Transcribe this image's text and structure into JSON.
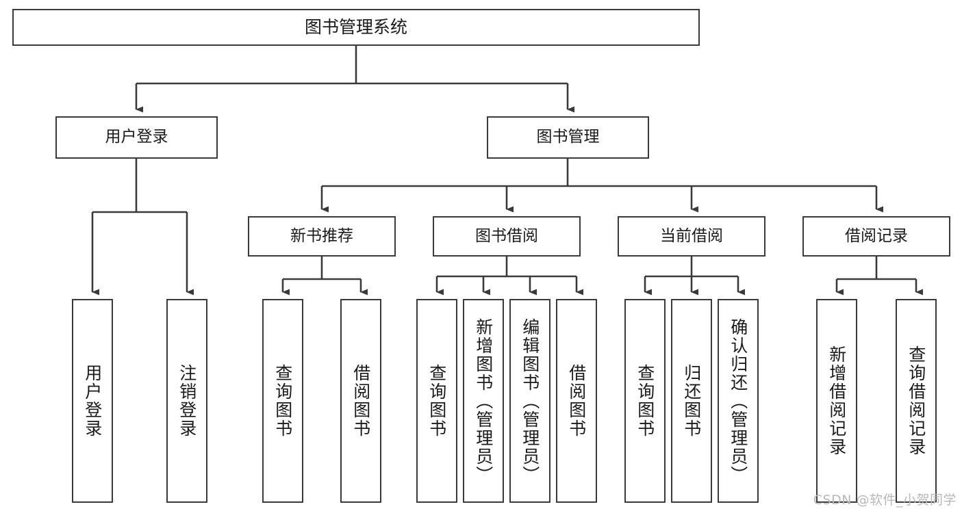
{
  "diagram": {
    "type": "tree-hierarchy-chart",
    "title": "图书管理系统",
    "orientation": "top-down",
    "colors": {
      "box_border": "#3a3a3a",
      "box_fill": "#ffffff",
      "line": "#3a3a3a",
      "text": "#1a1a1a",
      "watermark": "#b8b8b8"
    },
    "root": {
      "label": "图书管理系统"
    },
    "level1": [
      {
        "label": "用户登录"
      },
      {
        "label": "图书管理"
      }
    ],
    "level2": [
      {
        "label": "新书推荐"
      },
      {
        "label": "图书借阅"
      },
      {
        "label": "当前借阅"
      },
      {
        "label": "借阅记录"
      }
    ],
    "leaves": {
      "user_login": [
        {
          "label": "用户登录"
        },
        {
          "label": "注销登录"
        }
      ],
      "new_book_recommend": [
        {
          "label": "查询图书"
        },
        {
          "label": "借阅图书"
        }
      ],
      "book_borrow": [
        {
          "label": "查询图书"
        },
        {
          "label": "新增图书（管理员）"
        },
        {
          "label": "编辑图书（管理员）"
        },
        {
          "label": "借阅图书"
        }
      ],
      "current_borrow": [
        {
          "label": "查询图书"
        },
        {
          "label": "归还图书"
        },
        {
          "label": "确认归还（管理员）"
        }
      ],
      "borrow_records": [
        {
          "label": "新增借阅记录"
        },
        {
          "label": "查询借阅记录"
        }
      ]
    }
  },
  "watermark": {
    "text": "CSDN @软件_小贺同学"
  }
}
